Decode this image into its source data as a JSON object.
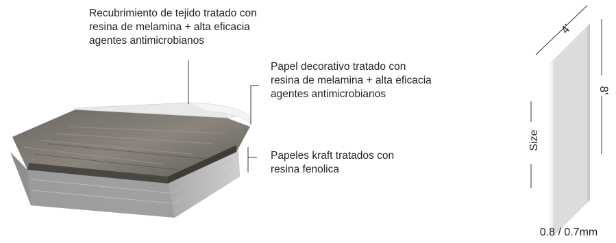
{
  "callouts": [
    {
      "text": "Recubrimiento de tejido tratado con\nresina de melamina + alta eficacia\nagentes antimicrobianos"
    },
    {
      "text": "Papel decorativo tratado con\nresina de melamina + alta eficacia\nagentes antimicrobianos"
    },
    {
      "text": "Papeles kraft tratados con\nresina fenolica"
    }
  ],
  "panel": {
    "size_label": "Size",
    "height_label": "8'",
    "width_label": "4'",
    "thickness_label": "0.8 / 0.7mm"
  }
}
